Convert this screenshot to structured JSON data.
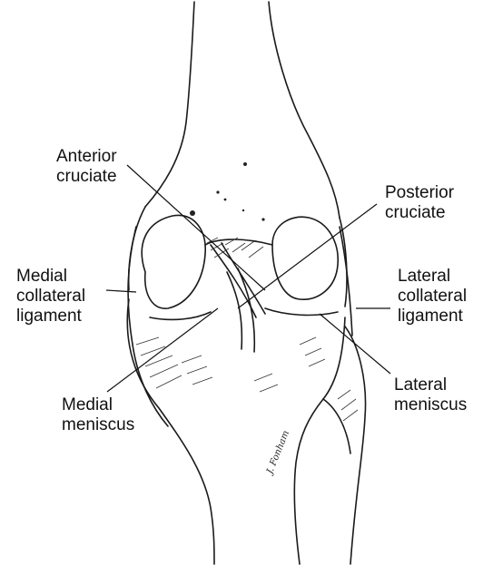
{
  "labels": {
    "anterior_cruciate": [
      "Anterior",
      "cruciate"
    ],
    "posterior_cruciate": [
      "Posterior",
      "cruciate"
    ],
    "medial_collateral": [
      "Medial",
      "collateral",
      "ligament"
    ],
    "lateral_collateral": [
      "Lateral",
      "collateral",
      "ligament"
    ],
    "medial_meniscus": [
      "Medial",
      "meniscus"
    ],
    "lateral_meniscus": [
      "Lateral",
      "meniscus"
    ]
  },
  "signature": "J. Fonham"
}
